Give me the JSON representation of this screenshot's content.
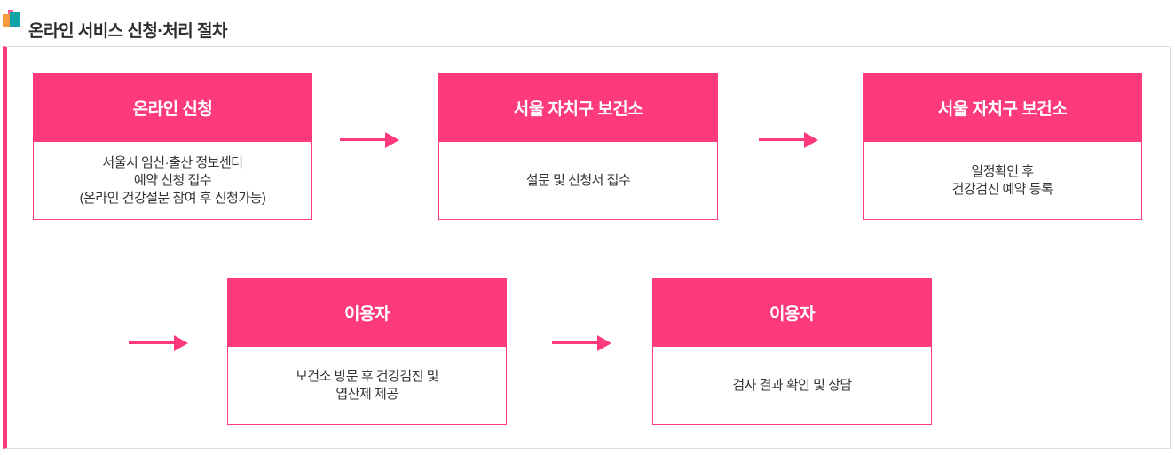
{
  "title": {
    "text": "온라인 서비스 신청·처리 절차"
  },
  "colors": {
    "accent_pink": "#ff3a7c",
    "icon_orange": "#f89b3e",
    "icon_teal": "#11a2a6",
    "icon_pink": "#ff5c93",
    "border_gray": "#dcdcdc",
    "text_dark": "#333333"
  },
  "flow": {
    "steps": [
      {
        "header": "온라인 신청",
        "body": "서울시 임신·출산 정보센터\n예약 신청 접수\n(온라인 건강설문 참여 후 신청가능)"
      },
      {
        "header": "서울 자치구 보건소",
        "body": "설문 및 신청서 접수"
      },
      {
        "header": "서울 자치구 보건소",
        "body": "일정확인 후\n건강검진 예약 등록"
      },
      {
        "header": "이용자",
        "body": "보건소 방문 후 건강검진 및\n엽산제 제공"
      },
      {
        "header": "이용자",
        "body": "검사 결과 확인 및 상담"
      }
    ]
  }
}
